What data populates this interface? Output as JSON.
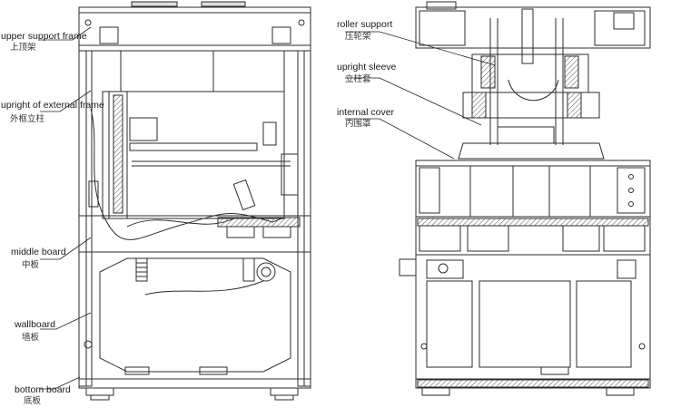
{
  "labels": {
    "upper_support_frame": {
      "en": "upper support frame",
      "cn": "上顶架"
    },
    "upright_external_frame": {
      "en": "upright of external frame",
      "cn": "外框立柱"
    },
    "middle_board": {
      "en": "middle board",
      "cn": "中板"
    },
    "wallboard": {
      "en": "wallboard",
      "cn": "墙板"
    },
    "bottom_board": {
      "en": "bottom board",
      "cn": "底板"
    },
    "roller_support": {
      "en": "roller support",
      "cn": "压轮架"
    },
    "upright_sleeve": {
      "en": "upright sleeve",
      "cn": "立柱套"
    },
    "internal_cover": {
      "en": "internal cover",
      "cn": "内围罩"
    }
  },
  "colors": {
    "line": "#2b2b2b",
    "hatch": "#555555",
    "text": "#1a1a1a"
  }
}
